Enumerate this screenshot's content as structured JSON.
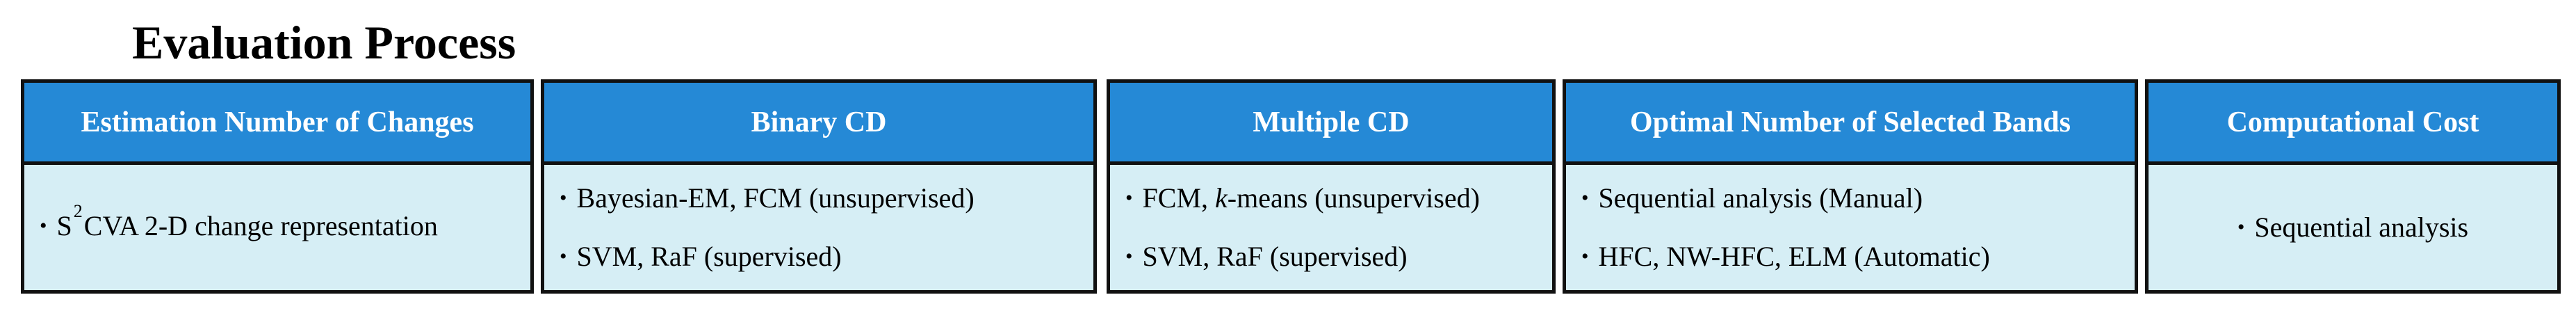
{
  "title": "Evaluation Process",
  "bullet_glyph": "•",
  "panels": [
    {
      "header": "Estimation Number of Changes",
      "items": [
        {
          "prefix": "S",
          "sup": "2",
          "text": "CVA 2-D change representation"
        }
      ]
    },
    {
      "header": "Binary CD",
      "items": [
        {
          "text": "Bayesian-EM, FCM (unsupervised)"
        },
        {
          "text": "SVM, RaF (supervised)"
        }
      ]
    },
    {
      "header": "Multiple CD",
      "items": [
        {
          "pre": "FCM, ",
          "italic": "k",
          "post": "-means (unsupervised)"
        },
        {
          "text": "SVM, RaF (supervised)"
        }
      ]
    },
    {
      "header": "Optimal Number of Selected Bands",
      "items": [
        {
          "text": "Sequential analysis (Manual)"
        },
        {
          "text": "HFC, NW-HFC, ELM (Automatic)"
        }
      ]
    },
    {
      "header": "Computational Cost",
      "items": [
        {
          "text": "Sequential analysis"
        }
      ]
    }
  ],
  "colors": {
    "header_bg": "#2589d6",
    "body_bg": "#d6eef5",
    "border": "#111111",
    "header_text": "#ffffff"
  }
}
